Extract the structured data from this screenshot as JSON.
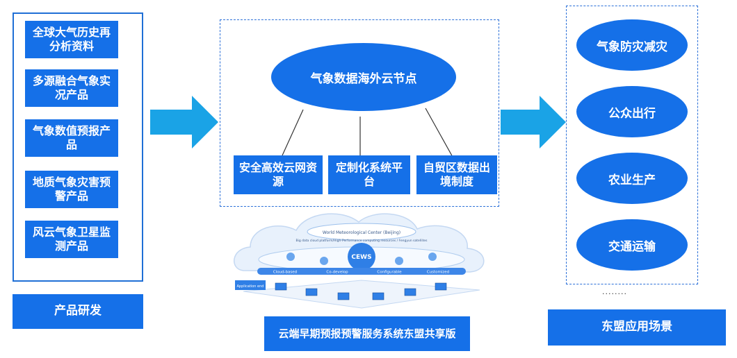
{
  "products": [
    "全球大气历史再分析资料",
    "多源融合气象实况产品",
    "气象数值预报产品",
    "地质气象灾害预警产品",
    "风云气象卫星监测产品"
  ],
  "product_caption": "产品研发",
  "cloud_node": "气象数据海外云节点",
  "supports": [
    "安全高效云网资源",
    "定制化系统平台",
    "自贸区数据出境制度"
  ],
  "system_caption": "云端早期预报预警服务系统东盟共享版",
  "scenarios": [
    "气象防灾减灾",
    "公众出行",
    "农业生产",
    "交通运输"
  ],
  "scenario_caption": "东盟应用场景",
  "ellipsis": "........",
  "illustration": {
    "center_label": "CEWS",
    "top_label": "World Meteorological Center (Beijing)",
    "sub_label": "Big data cloud platform/High-Performance computing resources / Fengyun satellites",
    "chip_labels": [
      "Cloud-based",
      "Co-develop",
      "Configurable",
      "Customized"
    ],
    "app_label": "Application end"
  },
  "colors": {
    "primary": "#1570e8",
    "arrow": "#1aa3e6",
    "border": "#1f6fd6"
  }
}
